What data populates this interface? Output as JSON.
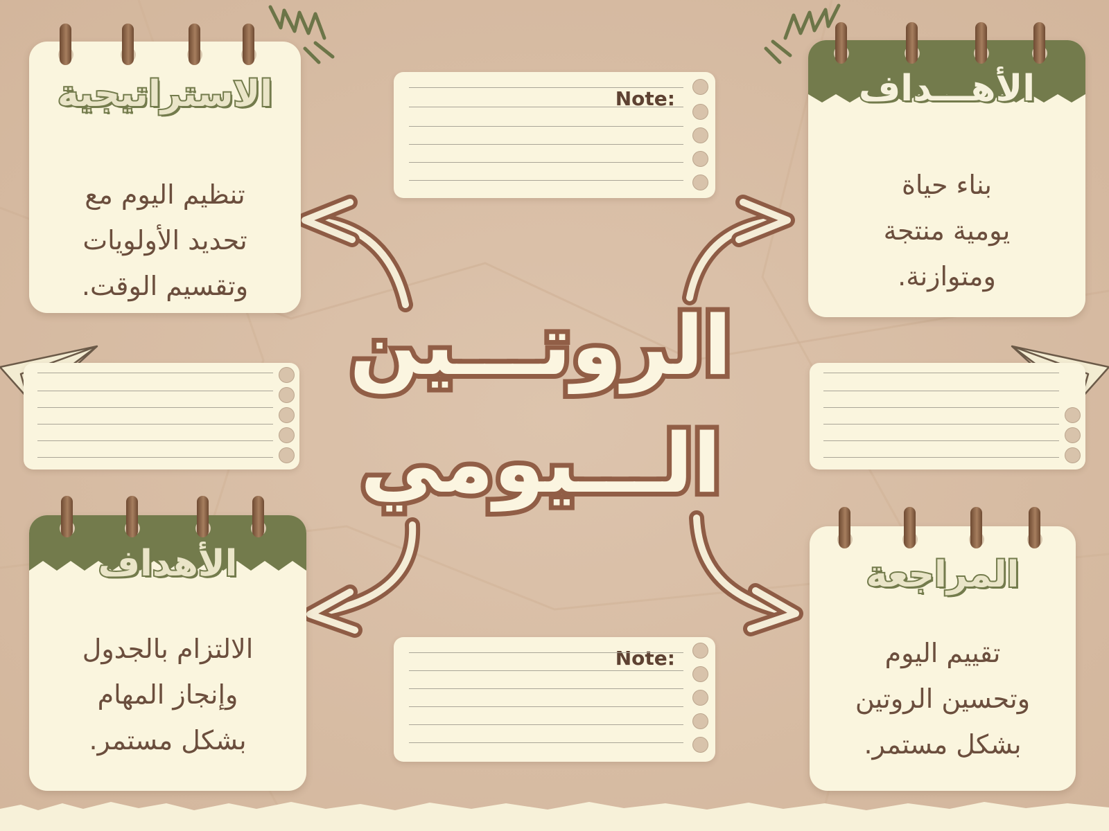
{
  "title": {
    "line1": "الروتـــين",
    "line2": "الـــيومي"
  },
  "cards": {
    "strategy": {
      "title": "الاستراتيجية",
      "lines": [
        "تنظيم اليوم مع",
        "تحديد الأولويات",
        "وتقسيم الوقت."
      ]
    },
    "goals_top": {
      "title": "الأهـــداف",
      "lines": [
        "بناء حياة",
        "يومية منتجة",
        "ومتوازنة."
      ]
    },
    "goals_bottom": {
      "title": "الأهداف",
      "lines": [
        "الالتزام بالجدول",
        "وإنجاز المهام",
        "بشكل مستمر."
      ]
    },
    "review": {
      "title": "المراجعة",
      "lines": [
        "تقييم اليوم",
        "وتحسين الروتين",
        "بشكل مستمر."
      ]
    }
  },
  "notes": {
    "top_label": "Note:",
    "bottom_label": "Note:"
  },
  "colors": {
    "background": "#d8bca3",
    "card": "#faf5de",
    "olive": "#737b4c",
    "brown": "#915e46",
    "text": "#6b4e3d"
  },
  "icons": [
    "paper-plane-icon",
    "sparkle-doodle-icon",
    "curved-arrow-icon"
  ]
}
